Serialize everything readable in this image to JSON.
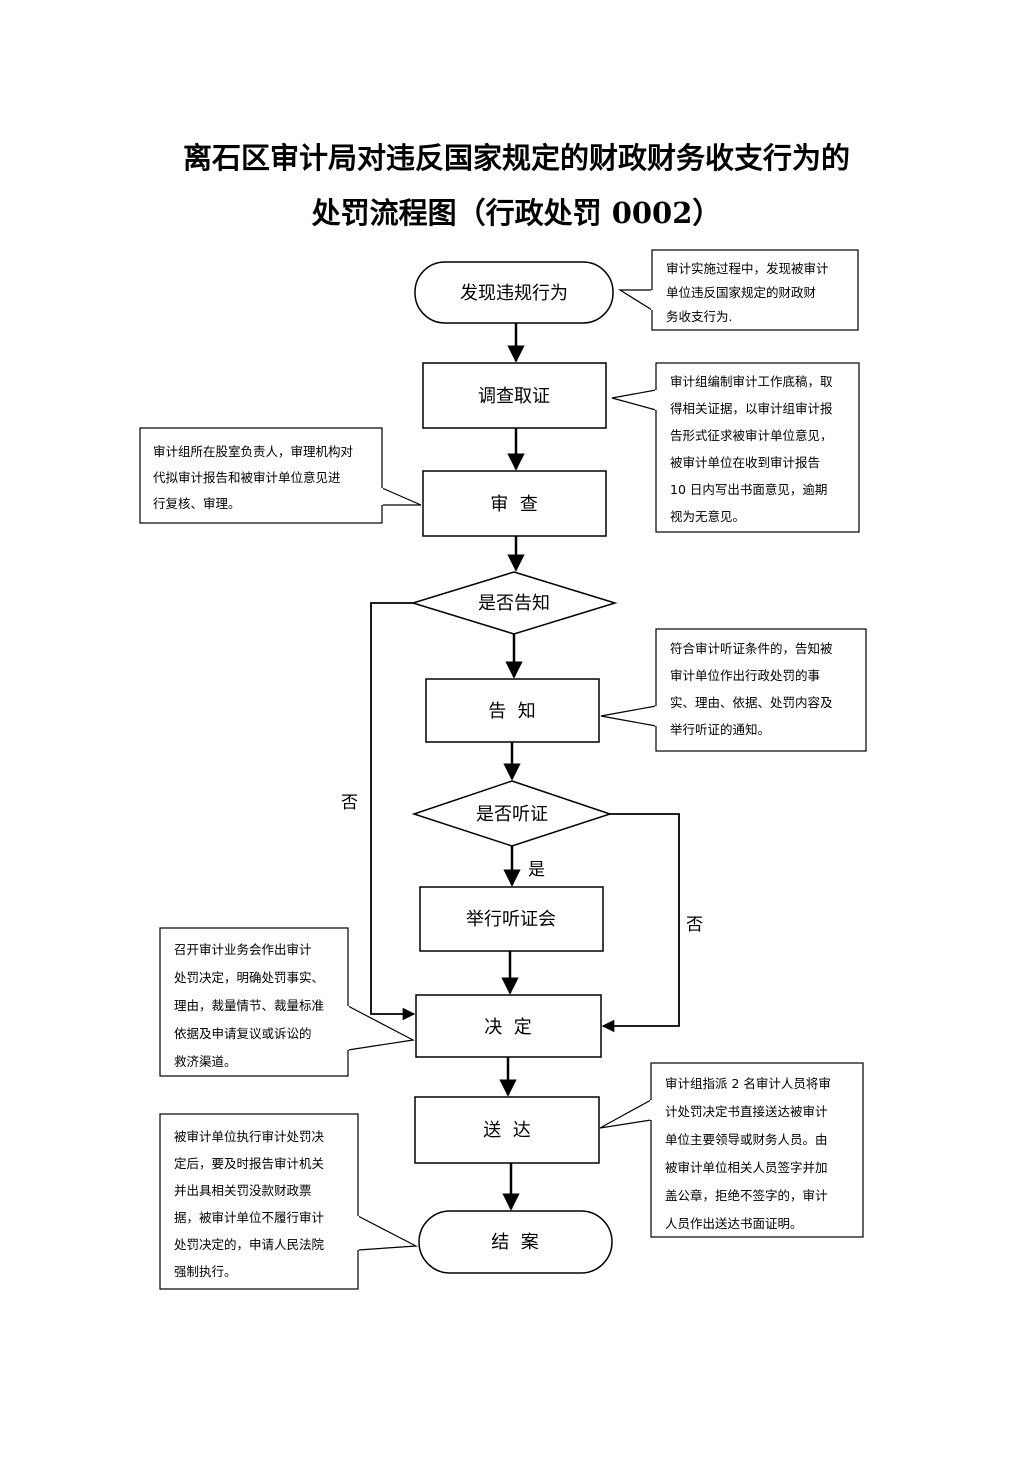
{
  "title": {
    "line1": "离石区审计局对违反国家规定的财政财务收支行为的",
    "line2": "处罚流程图（行政处罚 0002）"
  },
  "nodes": {
    "discover": "发现违规行为",
    "investigate": "调查取证",
    "review": "审  查",
    "decide_notify": "是否告知",
    "notify": "告  知",
    "decide_hearing": "是否听证",
    "hearing": "举行听证会",
    "decision": "决  定",
    "deliver": "送  达",
    "close": "结  案"
  },
  "edge_labels": {
    "no_left": "否",
    "yes": "是",
    "no_right": "否"
  },
  "notes": {
    "discover": [
      "审计实施过程中，发现被审计",
      "单位违反国家规定的财政财",
      "务收支行为."
    ],
    "investigate": [
      "审计组编制审计工作底稿，取",
      "得相关证据，以审计组审计报",
      "告形式征求被审计单位意见，",
      "被审计单位在收到审计报告",
      "10 日内写出书面意见，逾期",
      "视为无意见。"
    ],
    "review": [
      "审计组所在股室负责人，审理机构对",
      "代拟审计报告和被审计单位意见进",
      "行复核、审理。"
    ],
    "notify": [
      "符合审计听证条件的，告知被",
      "审计单位作出行政处罚的事",
      "实、理由、依据、处罚内容及",
      "举行听证的通知。"
    ],
    "decision": [
      "召开审计业务会作出审计",
      "处罚决定，明确处罚事实、",
      "理由，裁量情节、裁量标准",
      "依据及申请复议或诉讼的",
      "救济渠道。"
    ],
    "deliver": [
      "审计组指派 2 名审计人员将审",
      "计处罚决定书直接送达被审计",
      "单位主要领导或财务人员。由",
      "被审计单位相关人员签字并加",
      "盖公章，拒绝不签字的，审计",
      "人员作出送达书面证明。"
    ],
    "close": [
      "被审计单位执行审计处罚决",
      "定后，要及时报告审计机关",
      "并出具相关罚没款财政票",
      "据，被审计单位不履行审计",
      "处罚决定的，申请人民法院",
      "强制执行。"
    ]
  }
}
